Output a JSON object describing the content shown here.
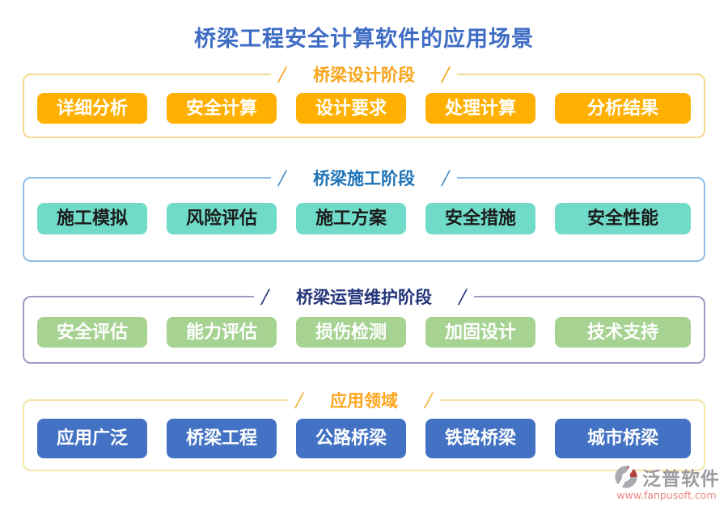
{
  "title": {
    "text": "桥梁工程安全计算软件的应用场景",
    "color": "#3E6CC4"
  },
  "decor": {
    "slash": "/"
  },
  "sections": [
    {
      "legend": "桥梁设计阶段",
      "legend_color": "#F7A51B",
      "border_color": "#F5D98F",
      "button_bg": "#FFB000",
      "button_text_color": "#FFFFFF",
      "buttons": [
        "详细分析",
        "安全计算",
        "设计要求",
        "处理计算",
        "分析结果"
      ]
    },
    {
      "legend": "桥梁施工阶段",
      "legend_color": "#1F74B8",
      "border_color": "#8FBFE8",
      "button_bg": "#70DBC8",
      "button_text_color": "#1B1B1B",
      "buttons": [
        "施工模拟",
        "风险评估",
        "施工方案",
        "安全措施",
        "安全性能"
      ]
    },
    {
      "legend": "桥梁运营维护阶段",
      "legend_color": "#24357A",
      "border_color": "#9C9CC4",
      "button_bg": "#A6D392",
      "button_text_color": "#FFFFFF",
      "buttons": [
        "安全评估",
        "能力评估",
        "损伤检测",
        "加固设计",
        "技术支持"
      ]
    },
    {
      "legend": "应用领域",
      "legend_color": "#FFA41B",
      "border_color": "#F6E6A8",
      "button_bg": "#4372C4",
      "button_text_color": "#FFFFFF",
      "buttons": [
        "应用广泛",
        "桥梁工程",
        "公路桥梁",
        "铁路桥梁",
        "城市桥梁"
      ]
    }
  ],
  "watermark": {
    "brand": "泛普软件",
    "url": "www.fanpusoft.com",
    "brand_color": "#9A9CA0",
    "url_color": "#E8897E",
    "logo_gray": "#A9ABAE",
    "logo_red": "#B5413C"
  }
}
